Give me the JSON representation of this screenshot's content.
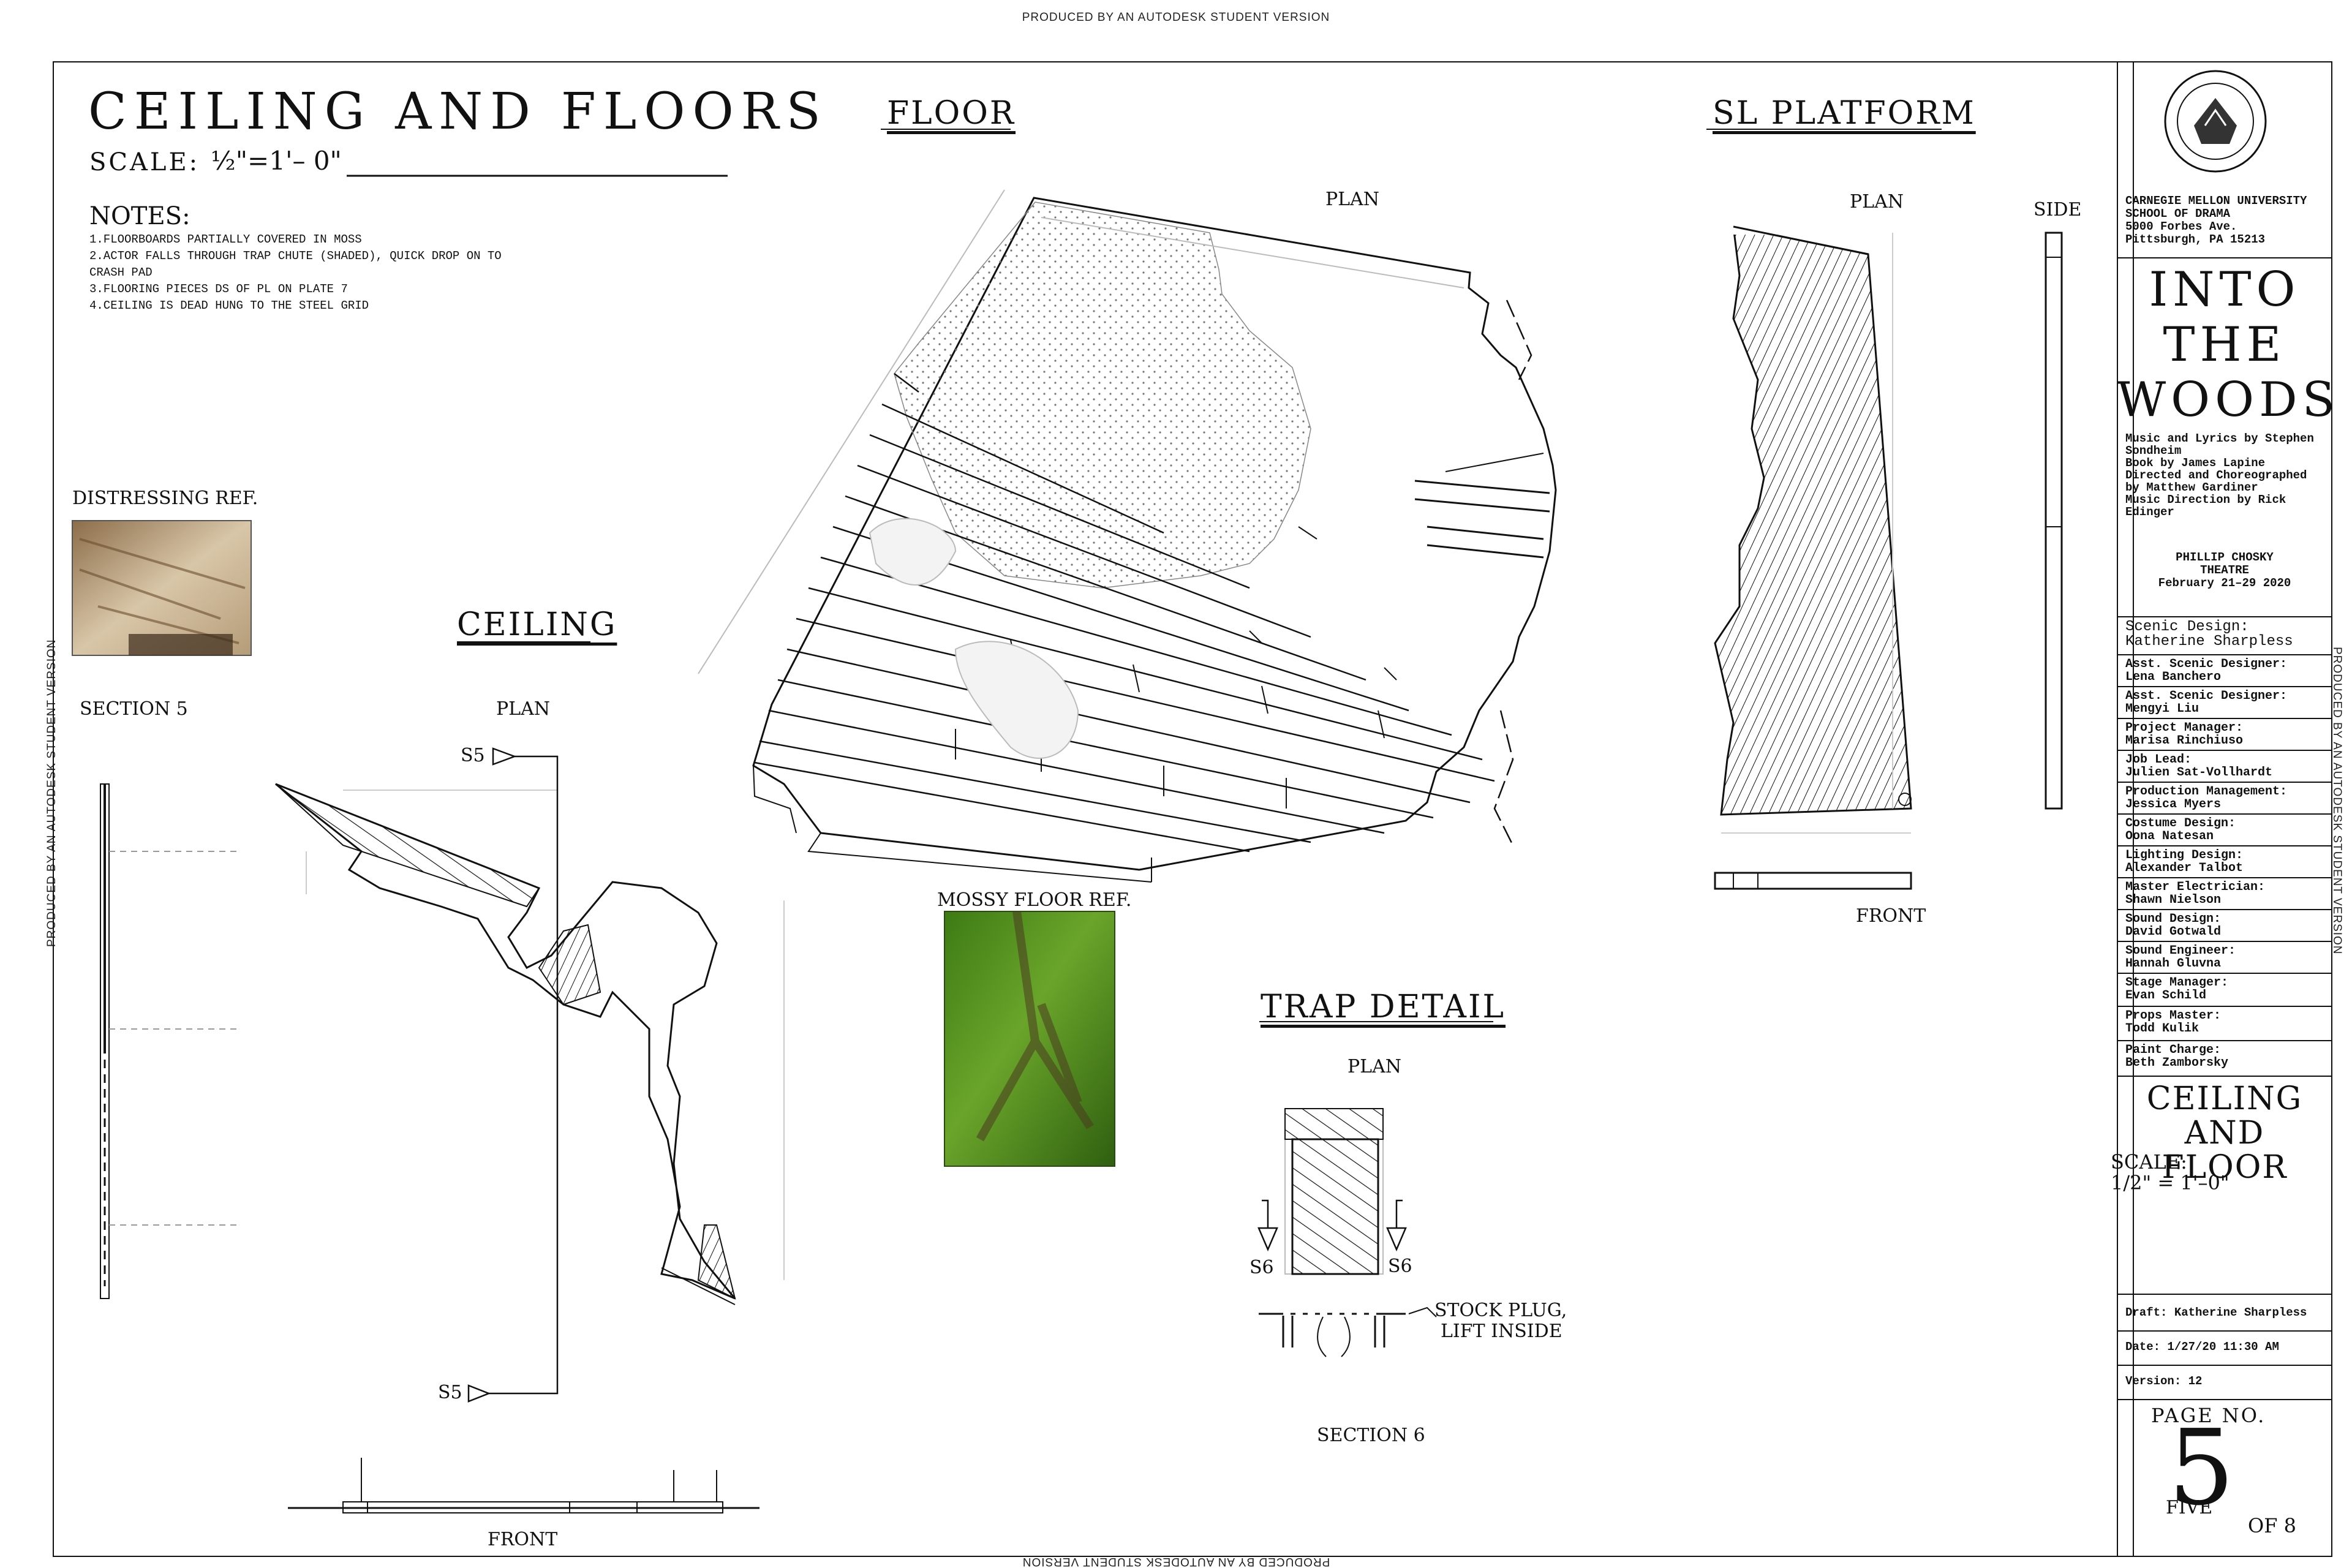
{
  "watermarks": {
    "top": "PRODUCED BY AN AUTODESK STUDENT VERSION",
    "bottom": "PRODUCED BY AN AUTODESK STUDENT VERSION",
    "left": "PRODUCED BY AN AUTODESK STUDENT VERSION",
    "right": "PRODUCED BY AN AUTODESK STUDENT VERSION"
  },
  "sheet": {
    "title": "CEILING AND FLOORS",
    "scale_label": "SCALE:",
    "scale_value": "½\"=1'– 0\"",
    "notes_heading": "NOTES:",
    "notes": [
      "1.FLOORBOARDS PARTIALLY COVERED IN MOSS",
      "2.ACTOR FALLS THROUGH TRAP CHUTE (SHADED), QUICK DROP ON TO",
      "CRASH PAD",
      "3.FLOORING PIECES DS OF PL ON PLATE 7",
      "4.CEILING IS DEAD HUNG TO THE STEEL GRID"
    ]
  },
  "sections": {
    "floor": {
      "title": "FLOOR",
      "plan": "PLAN"
    },
    "sl_platform": {
      "title": "SL PLATFORM",
      "plan": "PLAN",
      "side": "SIDE",
      "front": "FRONT"
    },
    "ceiling": {
      "title": "CEILING",
      "plan": "PLAN",
      "front": "FRONT",
      "section5": "SECTION 5",
      "marker": "S5"
    },
    "trap": {
      "title": "TRAP DETAIL",
      "plan": "PLAN",
      "section6": "SECTION 6",
      "marker": "S6",
      "stock_plug_1": "STOCK PLUG,",
      "stock_plug_2": "LIFT INSIDE"
    },
    "distressing_ref": "DISTRESSING REF.",
    "mossy_ref": "MOSSY FLOOR REF."
  },
  "title_block": {
    "school_1": "CARNEGIE MELLON UNIVERSITY",
    "school_2": "SCHOOL OF DRAMA",
    "address_1": "5000 Forbes Ave.",
    "address_2": "Pittsburgh, PA 15213",
    "show_1": "INTO",
    "show_2": "THE",
    "show_3": "WOODS",
    "credits": [
      "Music and Lyrics by Stephen",
      "Sondheim",
      "Book by James Lapine",
      "Directed and Choreographed",
      "by Matthew Gardiner",
      "Music Direction by Rick",
      "Edinger"
    ],
    "venue_1": "PHILLIP CHOSKY",
    "venue_2": "THEATRE",
    "dates": "February 21–29 2020",
    "staff": [
      {
        "role": "Scenic Design:",
        "name": "Katherine Sharpless"
      },
      {
        "role": "Asst. Scenic Designer:",
        "name": "Lena Banchero"
      },
      {
        "role": "Asst. Scenic Designer:",
        "name": "Mengyi Liu"
      },
      {
        "role": "Project Manager:",
        "name": "Marisa Rinchiuso"
      },
      {
        "role": "Job Lead:",
        "name": "Julien Sat-Vollhardt"
      },
      {
        "role": "Production Management:",
        "name": "Jessica Myers"
      },
      {
        "role": "Costume Design:",
        "name": "Oona Natesan"
      },
      {
        "role": "Lighting Design:",
        "name": "Alexander Talbot"
      },
      {
        "role": "Master Electrician:",
        "name": "Shawn Nielson"
      },
      {
        "role": "Sound Design:",
        "name": "David Gotwald"
      },
      {
        "role": "Sound Engineer:",
        "name": "Hannah Gluvna"
      },
      {
        "role": "Stage Manager:",
        "name": "Evan Schild"
      },
      {
        "role": "Props Master:",
        "name": "Todd Kulik"
      },
      {
        "role": "Paint Charge:",
        "name": "Beth Zamborsky"
      }
    ],
    "drawing_1": "CEILING",
    "drawing_2": "AND FLOOR",
    "scale_label": "SCALE:",
    "scale_value": "1/2\" = 1'–0\"",
    "draft": "Draft: Katherine Sharpless",
    "date": "Date: 1/27/20 11:30 AM",
    "version": "Version: 12",
    "page_label": "PAGE NO.",
    "page_number": "5",
    "page_word": "FIVE",
    "page_of": "OF 8"
  },
  "colors": {
    "line": "#111111",
    "moss": "#4f8a1f",
    "wood": "#a88c6a"
  }
}
